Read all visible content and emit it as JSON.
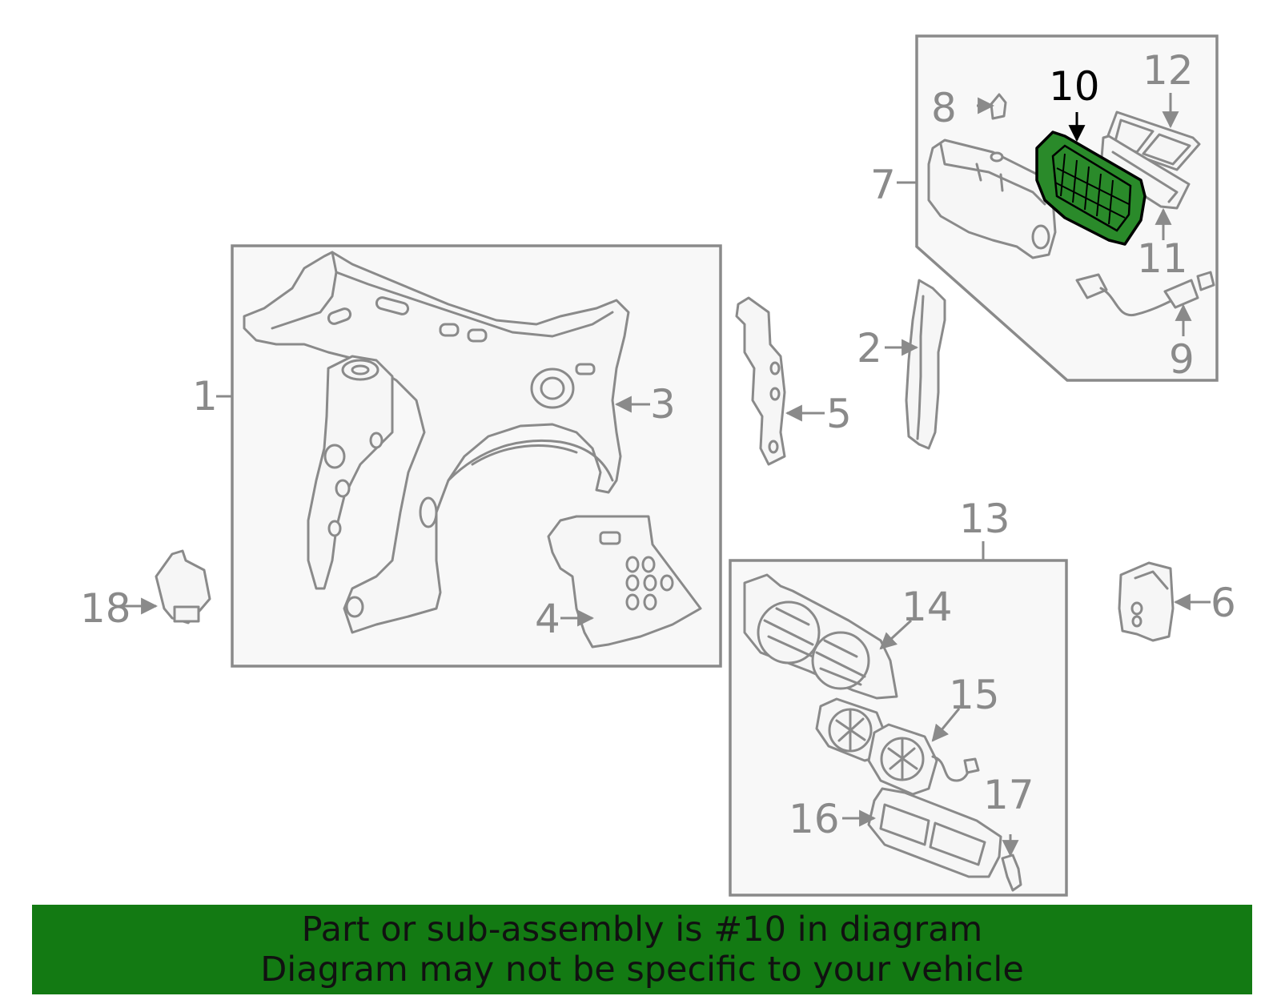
{
  "diagram": {
    "callouts": {
      "c1": "1",
      "c2": "2",
      "c3": "3",
      "c4": "4",
      "c5": "5",
      "c6": "6",
      "c7": "7",
      "c8": "8",
      "c9": "9",
      "c10": "10",
      "c11": "11",
      "c12": "12",
      "c13": "13",
      "c14": "14",
      "c15": "15",
      "c16": "16",
      "c17": "17",
      "c18": "18"
    },
    "highlighted_part": "10",
    "colors": {
      "line": "#8a8a8a",
      "highlight": "#2a8a2a",
      "banner": "#137a13"
    }
  },
  "banner": {
    "line1": "Part or sub-assembly is #10 in diagram",
    "line2": "Diagram may not be specific to your vehicle"
  }
}
